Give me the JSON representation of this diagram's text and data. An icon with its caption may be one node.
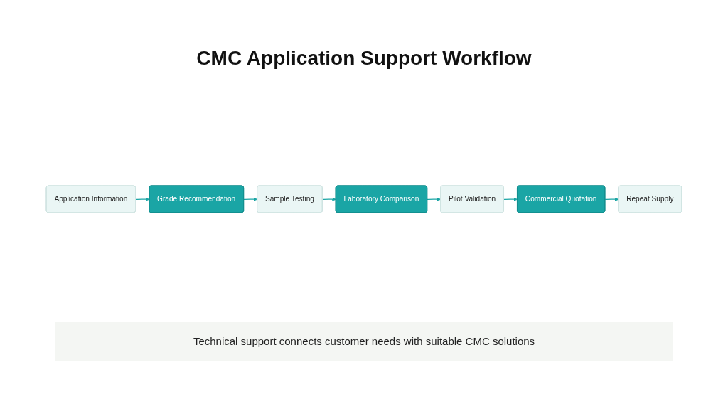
{
  "diagram": {
    "title": "CMC Application Support Workflow",
    "nodes": [
      {
        "text": [
          "Application Information"
        ]
      },
      {
        "text": [
          "Grade Recommendation"
        ]
      },
      {
        "text": [
          "Sample Testing"
        ]
      },
      {
        "text": [
          "Laboratory Comparison"
        ]
      },
      {
        "text": [
          "Pilot Validation"
        ]
      },
      {
        "text": [
          "Commercial Quotation"
        ]
      },
      {
        "text": [
          "Repeat Supply"
        ]
      }
    ],
    "edges": [
      {
        "from": 0,
        "to": 1,
        "arrow": "to"
      },
      {
        "from": 1,
        "to": 2,
        "arrow": "to"
      },
      {
        "from": 2,
        "to": 3,
        "arrow": "to"
      },
      {
        "from": 3,
        "to": 4,
        "arrow": "to"
      },
      {
        "from": 4,
        "to": 5,
        "arrow": "to"
      },
      {
        "from": 5,
        "to": 6,
        "arrow": "to"
      }
    ],
    "caption": "Technical support connects customer needs with suitable CMC solutions"
  }
}
